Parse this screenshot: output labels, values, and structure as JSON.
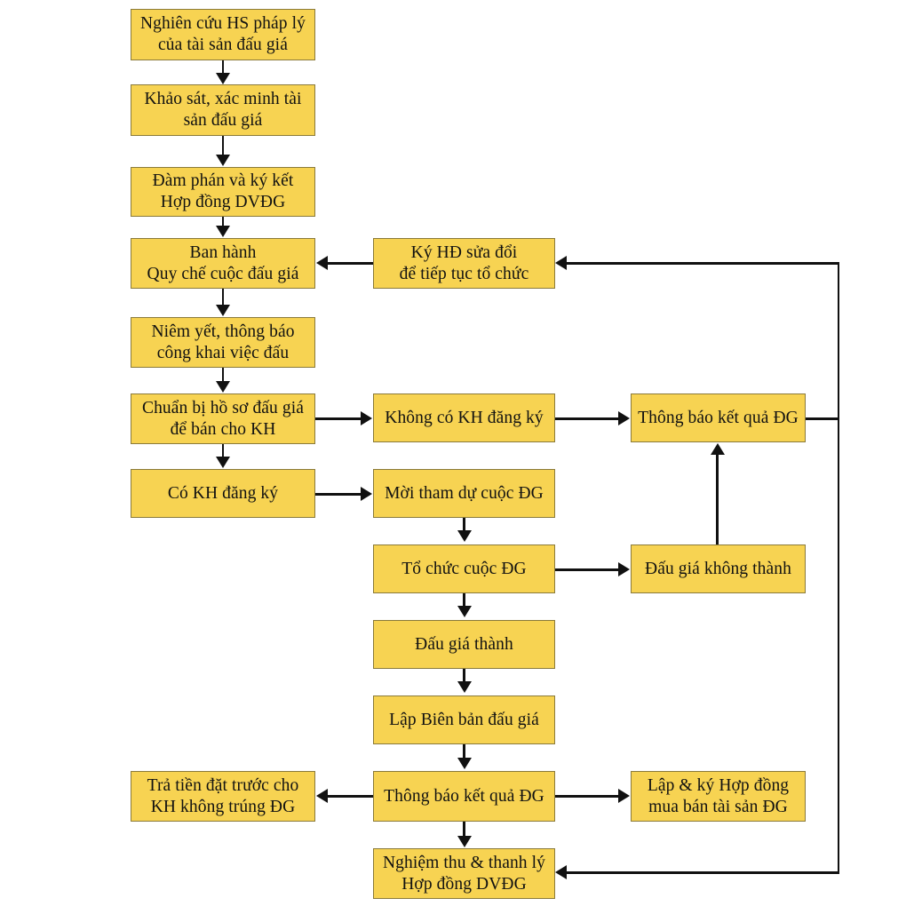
{
  "diagram": {
    "title": "Quy trinh to chuc dau gia tai san",
    "colors": {
      "node_fill": "#F7D352",
      "node_border": "#8A7A3A",
      "edge": "#111111",
      "background": "#FFFFFF",
      "text": "#111111"
    },
    "nodes": [
      {
        "id": "n1",
        "label": "Nghiên cứu HS pháp lý\ncủa tài sản đấu giá"
      },
      {
        "id": "n2",
        "label": "Khảo sát, xác minh tài\nsản đấu giá"
      },
      {
        "id": "n3",
        "label": "Đàm phán và ký kết\nHợp đồng DVĐG"
      },
      {
        "id": "n4",
        "label": "Ban hành\nQuy chế cuộc đấu giá"
      },
      {
        "id": "n5",
        "label": "Ký HĐ sửa đổi\nđể tiếp tục tổ chức"
      },
      {
        "id": "n6",
        "label": "Niêm yết, thông báo\ncông khai việc đấu"
      },
      {
        "id": "n7",
        "label": "Chuẩn bị hồ sơ đấu giá\nđể bán cho KH"
      },
      {
        "id": "n8",
        "label": "Không có KH đăng ký"
      },
      {
        "id": "n9",
        "label": "Thông báo kết quả ĐG"
      },
      {
        "id": "n10",
        "label": "Có KH đăng ký"
      },
      {
        "id": "n11",
        "label": "Mời tham dự cuộc ĐG"
      },
      {
        "id": "n12",
        "label": "Tổ chức cuộc ĐG"
      },
      {
        "id": "n13",
        "label": "Đấu giá không thành"
      },
      {
        "id": "n14",
        "label": "Đấu giá thành"
      },
      {
        "id": "n15",
        "label": "Lập Biên bản đấu giá"
      },
      {
        "id": "n16",
        "label": "Trả tiền đặt trước cho\nKH không trúng ĐG"
      },
      {
        "id": "n17",
        "label": "Thông báo kết quả ĐG"
      },
      {
        "id": "n18",
        "label": "Lập & ký Hợp đồng\nmua bán tài sản ĐG"
      },
      {
        "id": "n19",
        "label": "Nghiệm thu & thanh lý\nHợp đồng DVĐG"
      }
    ],
    "edges": [
      {
        "from": "n1",
        "to": "n2",
        "direction": "down"
      },
      {
        "from": "n2",
        "to": "n3",
        "direction": "down"
      },
      {
        "from": "n3",
        "to": "n4",
        "direction": "down"
      },
      {
        "from": "n5",
        "to": "n4",
        "direction": "left"
      },
      {
        "from": "n4",
        "to": "n6",
        "direction": "down"
      },
      {
        "from": "n6",
        "to": "n7",
        "direction": "down"
      },
      {
        "from": "n7",
        "to": "n8",
        "direction": "right"
      },
      {
        "from": "n7",
        "to": "n10",
        "direction": "down"
      },
      {
        "from": "n8",
        "to": "n9",
        "direction": "right"
      },
      {
        "from": "n10",
        "to": "n11",
        "direction": "right"
      },
      {
        "from": "n11",
        "to": "n12",
        "direction": "down"
      },
      {
        "from": "n12",
        "to": "n13",
        "direction": "right"
      },
      {
        "from": "n13",
        "to": "n9",
        "direction": "up"
      },
      {
        "from": "n12",
        "to": "n14",
        "direction": "down"
      },
      {
        "from": "n14",
        "to": "n15",
        "direction": "down"
      },
      {
        "from": "n15",
        "to": "n17",
        "direction": "down"
      },
      {
        "from": "n17",
        "to": "n16",
        "direction": "left"
      },
      {
        "from": "n17",
        "to": "n18",
        "direction": "right"
      },
      {
        "from": "n17",
        "to": "n19",
        "direction": "down"
      },
      {
        "from": "n9",
        "to": "n5",
        "direction": "feedback-up-left"
      },
      {
        "from": "n9",
        "to": "n19",
        "direction": "feedback-down-left"
      }
    ]
  }
}
